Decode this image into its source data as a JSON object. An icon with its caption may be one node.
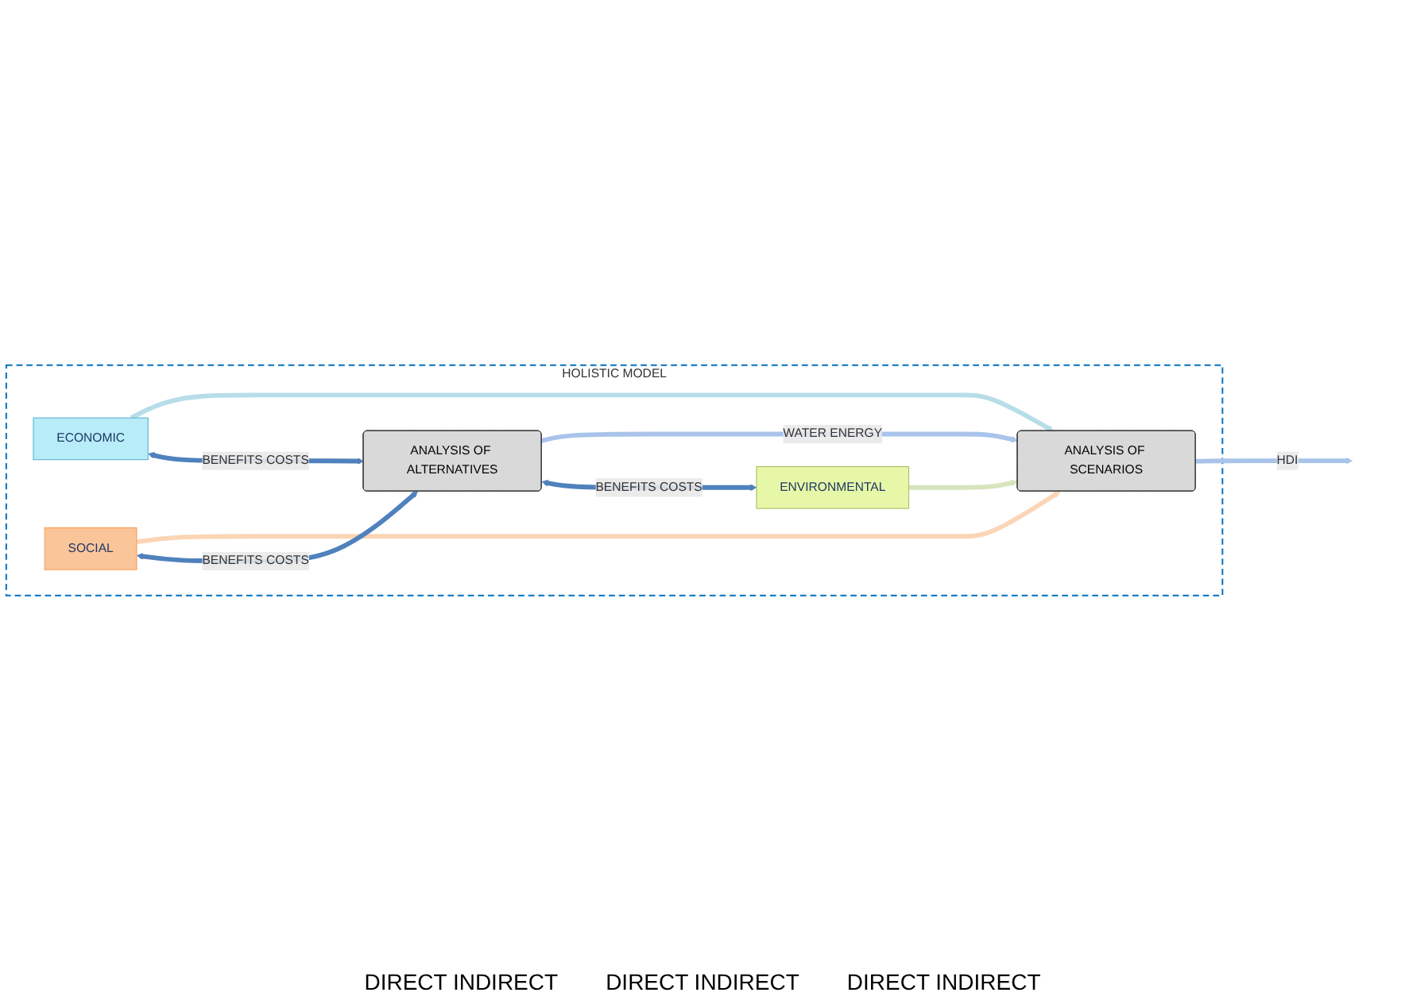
{
  "diagram": {
    "nodes": [
      {
        "text": [
          "HOLISTIC MODEL"
        ]
      },
      {
        "text": [
          "ECONOMIC"
        ],
        "in": 0
      },
      {
        "text": [
          "SOCIAL"
        ],
        "in": 0
      },
      {
        "text": [
          "ANALYSIS OF SCENARIOS"
        ],
        "in": 0
      },
      {
        "text": [
          "ANALYSIS OF ALTERNATIVES"
        ],
        "in": 0
      },
      {
        "text": [
          "ENVIRONMENTAL"
        ],
        "in": 0
      }
    ],
    "edges": [
      {
        "from": 2,
        "to": 3,
        "arrow": "to",
        "color": "#fbd5b5"
      },
      {
        "from": 1,
        "to": 3,
        "arrow": "to",
        "color": "#b7dde8"
      },
      {
        "from": 1,
        "to": 4,
        "arrow": "both",
        "label": "BENEFITS COSTS"
      },
      {
        "from": 2,
        "to": 4,
        "arrow": "both",
        "label": "BENEFITS COSTS"
      },
      {
        "from": 4,
        "to": 3,
        "arrow": "to",
        "label": "WATER ENERGY",
        "color": "#a9c4eb"
      },
      {
        "from": 3,
        "to": null,
        "arrow": "to",
        "label": "HDI",
        "color": "#a9c4eb"
      },
      {
        "from": 4,
        "to": 5,
        "arrow": "both",
        "label": "BENEFITS COSTS"
      },
      {
        "from": 5,
        "to": 3,
        "arrow": "to",
        "color": "#d7e4bd"
      }
    ],
    "labels": [
      "DIRECT INDIRECT",
      "DIRECT INDIRECT",
      "DIRECT INDIRECT"
    ]
  }
}
